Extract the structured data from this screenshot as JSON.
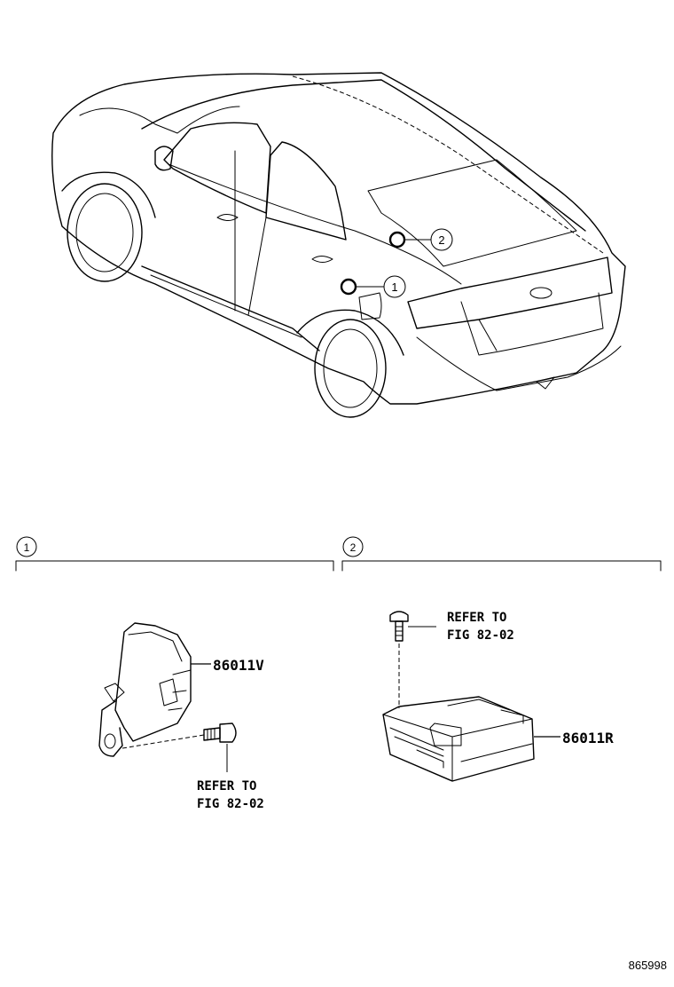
{
  "callouts": {
    "one": "1",
    "two": "2"
  },
  "section_one": {
    "part_number": "86011V",
    "refer_line1": "REFER TO",
    "refer_line2": "FIG 82-02"
  },
  "section_two": {
    "part_number": "86011R",
    "refer_line1": "REFER TO",
    "refer_line2": "FIG 82-02"
  },
  "footer": {
    "illustration_id": "865998"
  }
}
